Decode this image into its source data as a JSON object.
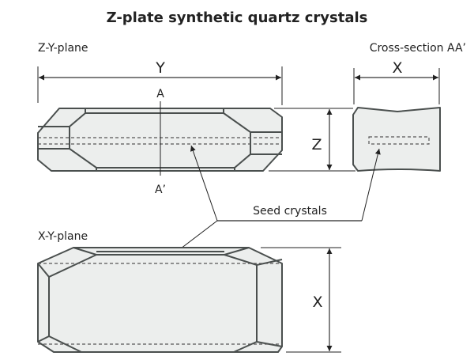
{
  "title": "Z-plate synthetic quartz crystals",
  "labels": {
    "zy_plane": "Z-Y-plane",
    "cross_section": "Cross-section AA’",
    "xy_plane": "X-Y-plane",
    "seed_crystals": "Seed crystals",
    "section_a": "A",
    "section_a_prime": "A’"
  },
  "dimensions": {
    "y_top": "Y",
    "x_cross": "X",
    "z": "Z",
    "x_bottom": "X"
  },
  "colors": {
    "crystal_fill": "#eceeed",
    "crystal_edge": "#4a4f4e"
  }
}
